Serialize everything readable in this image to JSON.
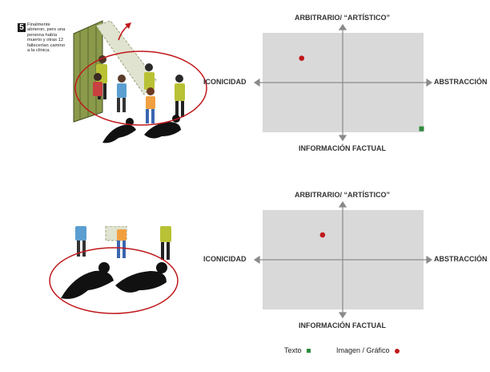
{
  "caption": {
    "number": "5",
    "text": "Finalmente\nabrieron, pero una\npersona había\nmuerto y otras 12\nfallecerían camino\na la clínica."
  },
  "axes": {
    "top": "ARBITRARIO/ “ARTÍSTICO”",
    "bottom": "INFORMACIÓN FACTUAL",
    "left": "ICONICIDAD",
    "right": "ABSTRACCIÓN"
  },
  "plots": [
    {
      "points": [
        {
          "series": "imagen",
          "x": -0.51,
          "y": 0.49
        },
        {
          "series": "texto",
          "x": 0.98,
          "y": -0.93
        }
      ]
    },
    {
      "points": [
        {
          "series": "imagen",
          "x": -0.25,
          "y": 0.5
        }
      ]
    }
  ],
  "legend": {
    "texto": "Texto",
    "imagen": "Imagen / Gráfico"
  },
  "colors": {
    "panel": "#d9d9d9",
    "axis": "#8a8a8a",
    "texto": "#2e8b3e",
    "imagen": "#c0181b",
    "ellipse": "#c0181b"
  }
}
